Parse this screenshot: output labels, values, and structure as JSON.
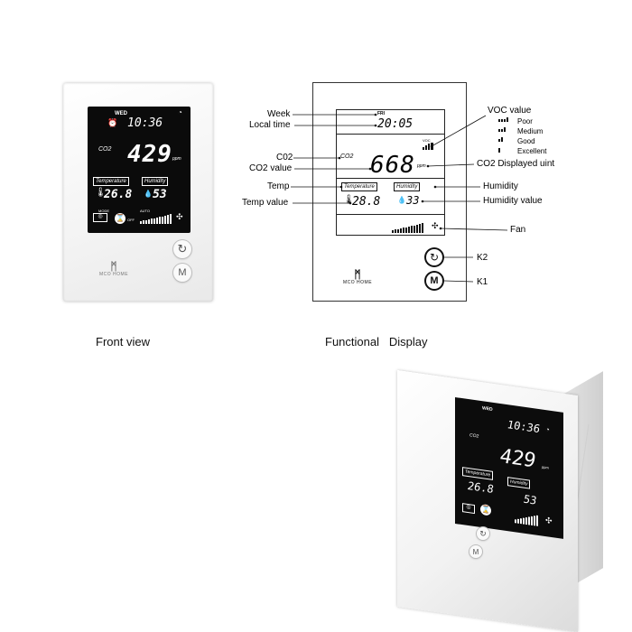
{
  "front_view": {
    "caption": "Front view",
    "lcd": {
      "weekday": "WED",
      "time": "10:36",
      "co2_label": "CO2",
      "co2_value": "429",
      "co2_unit": "ppm",
      "temperature_tag": "Temperature",
      "humidity_tag": "Humidity",
      "temperature_value": "26.8",
      "humidity_value": "53",
      "mode_label": "MODE",
      "off_label": "OFF",
      "auto_label": "AUTO"
    },
    "button_top_symbol": "↻",
    "button_bottom_symbol": "M",
    "brand": "MCO HOME"
  },
  "functional_display": {
    "caption": "Functional   Display",
    "lcd": {
      "weekday": "FRI",
      "time": "20:05",
      "voc_tag": "VOC",
      "co2_label": "CO2",
      "co2_value": "668",
      "co2_unit": "ppm",
      "temperature_tag": "Temperature",
      "humidity_tag": "Humidity",
      "temperature_value": "28.8",
      "humidity_value": "33"
    },
    "button_top_symbol": "↻",
    "button_bottom_symbol": "M",
    "brand": "MCO HOME",
    "labels_left": [
      "Week",
      "Local time",
      "C02",
      "CO2 value",
      "Temp",
      "Temp value"
    ],
    "labels_right": {
      "voc_value": "VOC value",
      "voc_levels": [
        "Poor",
        "Medium",
        "Good",
        "Excellent"
      ],
      "co2_unit": "CO2  Displayed uint",
      "humidity": "Humidity",
      "humidity_value": "Humidity value",
      "fan": "Fan",
      "k2": "K2",
      "k1": "K1"
    }
  },
  "photo": {
    "lcd": {
      "weekday": "WED",
      "time": "10:36",
      "co2_label": "CO2",
      "co2_value": "429",
      "co2_unit": "ppm",
      "temperature_tag": "Temperature",
      "humidity_tag": "Humidity",
      "temperature_value": "26.8",
      "humidity_value": "53"
    }
  }
}
